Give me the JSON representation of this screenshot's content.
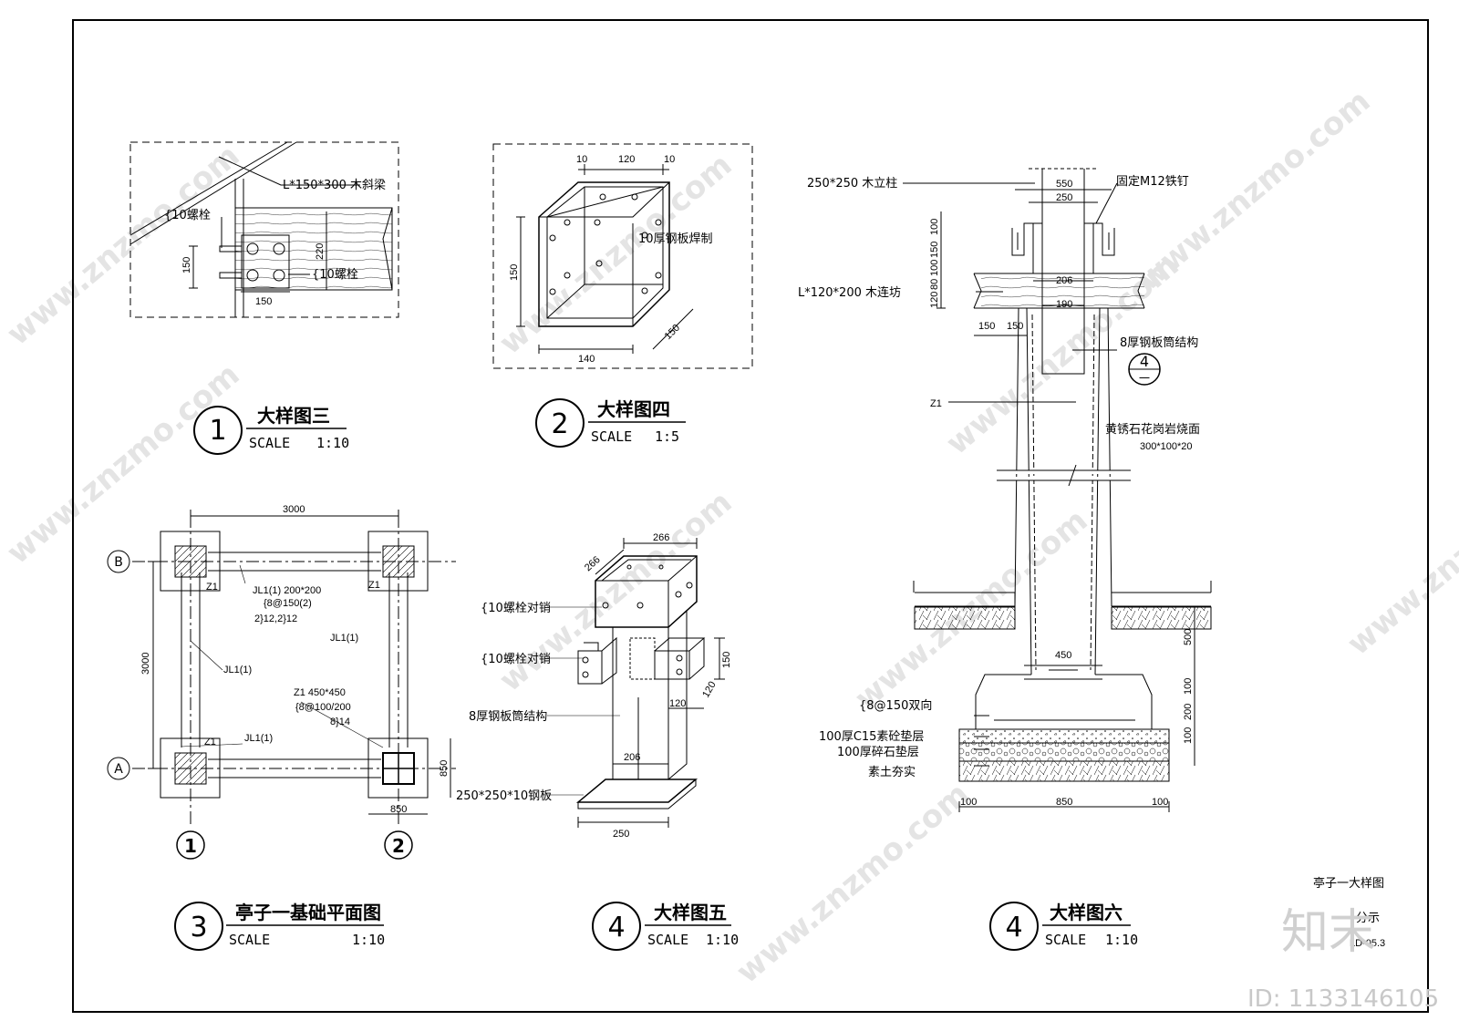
{
  "frame": {
    "title_block_name": "亭子一大样图",
    "title_block_sub": "分示",
    "drawing_no": "LD-05.3"
  },
  "watermark": {
    "site": "www.znzmo.com",
    "brand": "知末网",
    "logo": "知末",
    "id": "ID: 1133146105"
  },
  "detail1": {
    "num": "1",
    "title": "大样图三",
    "scale_label": "SCALE",
    "scale": "1:10",
    "notes": {
      "beam": "L*150*300 木斜梁",
      "bolt1": "{10螺栓",
      "bolt2": "{10螺栓"
    },
    "dims": {
      "d150v": "150",
      "d220": "220",
      "d150h": "150"
    }
  },
  "detail2": {
    "num": "2",
    "title": "大样图四",
    "scale_label": "SCALE",
    "scale": "1:5",
    "notes": {
      "plate": "10厚钢板焊制"
    },
    "dims": {
      "d10a": "10",
      "d120": "120",
      "d10b": "10",
      "d150v": "150",
      "d140": "140",
      "d150d": "150"
    }
  },
  "detail3": {
    "num": "3",
    "title": "亭子一基础平面图",
    "scale_label": "SCALE",
    "scale": "1:10",
    "axes": {
      "b": "B",
      "a": "A",
      "n1": "1",
      "n2": "2"
    },
    "dims": {
      "d3000h": "3000",
      "d3000v": "3000",
      "d850v": "850",
      "d850h": "850"
    },
    "labels": {
      "z1a": "Z1",
      "z1b": "Z1",
      "z1c": "Z1",
      "jl1_main": "JL1(1) 200*200",
      "jl1_s1": "{8@150(2)",
      "jl1_s2": "2}12,2}12",
      "jl1_r": "JL1(1)",
      "jl1_l": "JL1(1)",
      "jl1_b": "JL1(1)",
      "z1_main": "Z1 450*450",
      "z1_s1": "{8@100/200",
      "z1_s2": "8}14"
    }
  },
  "detail4": {
    "num": "4",
    "title": "大样图五",
    "scale_label": "SCALE",
    "scale": "1:10",
    "notes": {
      "pin1": "{10螺栓对销",
      "pin2": "{10螺栓对销",
      "tube": "8厚钢板筒结构",
      "base": "250*250*10钢板"
    },
    "dims": {
      "d266a": "266",
      "d266b": "266",
      "d150": "150",
      "d120a": "120",
      "d120b": "120",
      "d206": "206",
      "d250": "250"
    }
  },
  "detail6": {
    "num": "4",
    "title": "大样图六",
    "scale_label": "SCALE",
    "scale": "1:10",
    "notes": {
      "post": "250*250 木立柱",
      "nail": "固定M12铁钉",
      "beam": "L*120*200 木连坊",
      "tube": "8厚钢板筒结构",
      "z1": "Z1",
      "granite": "黄锈石花岗岩烧面",
      "granite_size": "300*100*20",
      "rebar": "{8@150双向",
      "c15": "100厚C15素砼垫层",
      "gravel": "100厚碎石垫层",
      "soil": "素土夯实"
    },
    "ref": {
      "top": "4",
      "bottom": "一"
    },
    "dims": {
      "d550": "550",
      "d250": "250",
      "d206": "206",
      "d190": "190",
      "d150a": "150",
      "d150b": "150",
      "d100a": "100",
      "d150c": "150",
      "d100b": "100",
      "d80": "80",
      "d120": "120",
      "d450": "450",
      "d500": "500",
      "d100c": "100",
      "d200": "200",
      "d100d": "100",
      "d100e": "100",
      "d850": "850",
      "d100f": "100"
    }
  }
}
